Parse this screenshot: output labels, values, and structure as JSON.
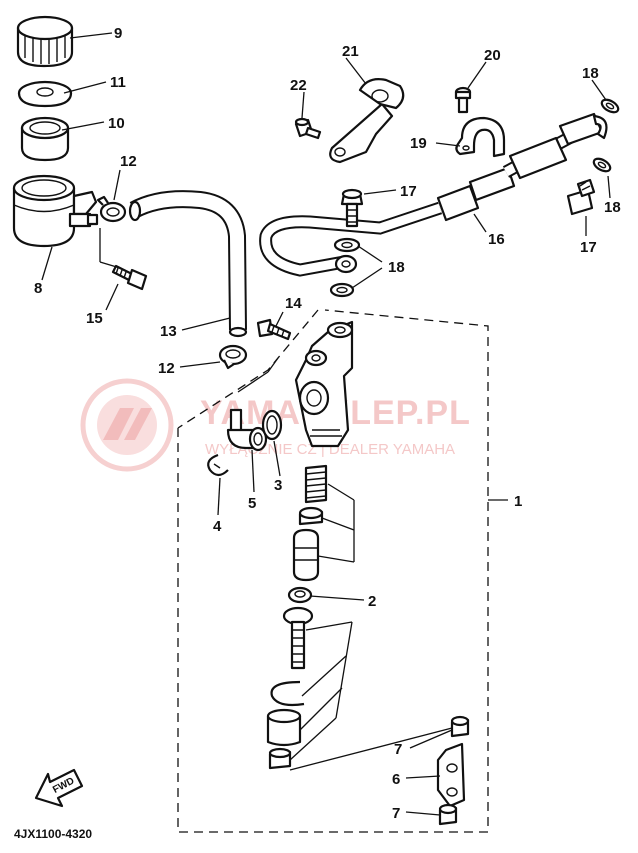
{
  "diagram_code": "4JX1100-4320",
  "fwd_label": "FWD",
  "watermark": {
    "title": "YAMASKLEP.PL",
    "subtitle": "WYŁĄCZNIE CZ | DEALER YAMAHA"
  },
  "callouts": {
    "n1": "1",
    "n2": "2",
    "n3": "3",
    "n4": "4",
    "n5": "5",
    "n6": "6",
    "n7a": "7",
    "n7b": "7",
    "n8": "8",
    "n9": "9",
    "n10": "10",
    "n11": "11",
    "n12a": "12",
    "n12b": "12",
    "n13": "13",
    "n14": "14",
    "n15": "15",
    "n16": "16",
    "n17a": "17",
    "n17b": "17",
    "n18a": "18",
    "n18b": "18",
    "n18c": "18",
    "n19": "19",
    "n20": "20",
    "n21": "21",
    "n22": "22"
  }
}
